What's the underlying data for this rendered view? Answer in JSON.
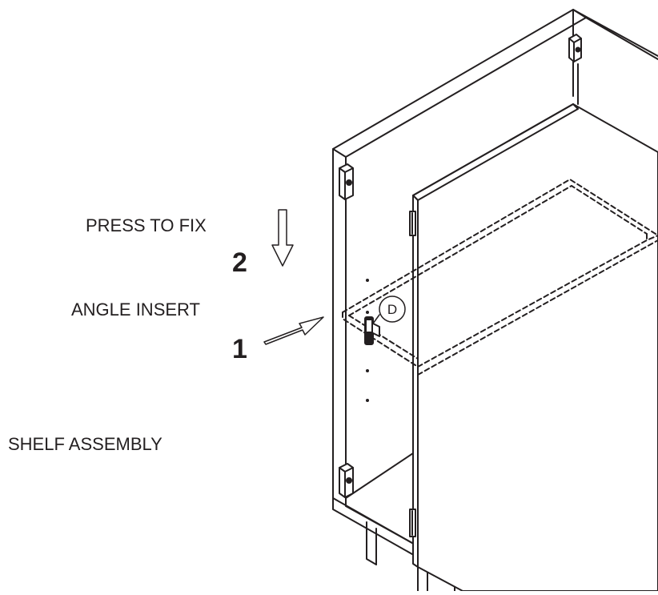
{
  "labels": {
    "press_to_fix": "PRESS TO FIX",
    "press_step": "2",
    "angle_insert": "ANGLE INSERT",
    "angle_step": "1",
    "shelf_assembly": "SHELF ASSEMBLY",
    "part_letter": "D"
  },
  "colors": {
    "line": "#231f20",
    "background": "#ffffff"
  },
  "icons": [
    "down-arrow-icon",
    "insert-arrow-icon",
    "part-d-callout-icon",
    "shelf-bracket-icon"
  ]
}
